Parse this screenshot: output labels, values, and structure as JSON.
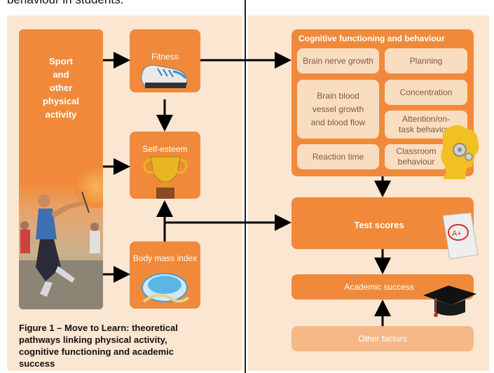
{
  "header": {
    "text": "behaviour in students."
  },
  "left_column": {
    "sport_text": "Sport\nand\nother\nphysical\nactivity"
  },
  "nodes": {
    "fitness": "Fitness",
    "self_esteem": "Self-esteem",
    "bmi": "Body mass index",
    "cognitive_title": "Cognitive functioning and behaviour",
    "cognitive_items": [
      "Brain nerve growth",
      "Planning",
      "Brain blood vessel growth and blood flow",
      "Concentration",
      "Attention/on-task behaviour",
      "Reaction time",
      "Classroom behaviour"
    ],
    "test_scores": "Test scores",
    "academic_success": "Academic success",
    "other_factors": "Other factors"
  },
  "caption": "Figure 1 – Move to Learn: theoretical pathways linking physical activity, cognitive functioning and academic success",
  "icons": [
    "sneaker-icon",
    "trophy-icon",
    "scale-icon",
    "brain-gear-icon",
    "graded-paper-icon",
    "graduation-cap-icon"
  ],
  "colors": {
    "panel_bg": "#fbe6d2",
    "box_orange": "#f08a3a",
    "sub_box": "#f9ddc0",
    "arrow": "#000000"
  }
}
